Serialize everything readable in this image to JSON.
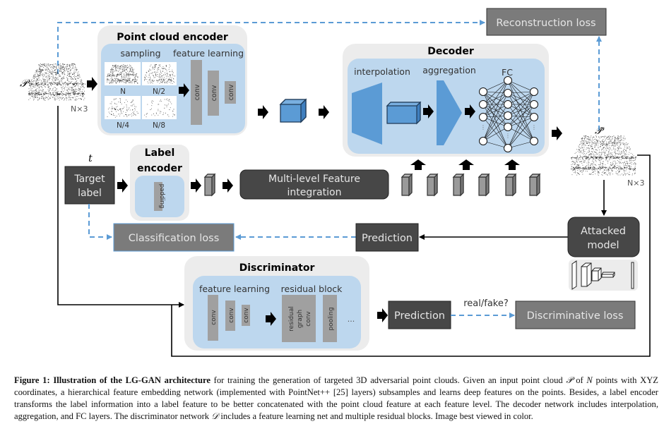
{
  "input": {
    "symbol": "𝒫",
    "shape_label": "N×3"
  },
  "output": {
    "symbol": "𝒫̂",
    "shape_label": "N×3"
  },
  "point_cloud_encoder": {
    "title": "Point cloud encoder",
    "sampling_label": "sampling",
    "feature_learning_label": "feature learning",
    "samples": [
      "N",
      "N/2",
      "N/4",
      "N/8"
    ],
    "conv_labels": [
      "conv",
      "conv",
      "conv"
    ]
  },
  "decoder": {
    "title": "Decoder",
    "interpolation_label": "interpolation",
    "aggregation_label": "aggregation",
    "fc_label": "FC"
  },
  "label_encoder": {
    "title_line1": "Label",
    "title_line2": "encoder",
    "padding_label": "padding"
  },
  "target_label": {
    "var": "t",
    "line1": "Target",
    "line2": "label"
  },
  "multi_level": {
    "line1": "Multi-level Feature",
    "line2": "integration"
  },
  "losses": {
    "reconstruction": "Reconstruction loss",
    "classification": "Classification loss",
    "discriminative": "Discriminative loss"
  },
  "prediction_label": "Prediction",
  "attacked_model": {
    "line1": "Attacked",
    "line2": "model"
  },
  "discriminator": {
    "title": "Discriminator",
    "feature_learning_label": "feature learning",
    "residual_block_label": "residual block",
    "conv_labels": [
      "conv",
      "conv",
      "conv"
    ],
    "residual_lines": [
      "residual",
      "graph",
      "conv"
    ],
    "pooling_label": "pooling",
    "ellipsis": "...",
    "prediction_label": "Prediction",
    "real_fake_label": "real/fake?"
  },
  "colors": {
    "dark_box": "#474747",
    "mid_box": "#7b7b7b",
    "outer_panel": "#ececec",
    "inner_panel": "#bdd7ee",
    "accent_blue": "#5b9bd5",
    "conv_gray": "#a0a0a0",
    "dashed_line": "#5b9bd5"
  },
  "caption": {
    "fig_label": "Figure 1: Illustration of the LG-GAN architecture",
    "text_part1": " for training the generation of targeted 3D adversarial point clouds. Given an input point cloud ",
    "sym_p": "𝒫",
    "text_part2": " of ",
    "sym_n": "N",
    "text_part3": " points with XYZ coordinates, a hierarchical feature embedding network (implemented with PointNet++ [25] layers) subsamples and learns deep features on the points. Besides, a label encoder transforms the label information into a label feature to be better concatenated with the point cloud feature at each feature level. The decoder network includes interpolation, aggregation, and FC layers. The discriminator network ",
    "sym_d": "𝒟",
    "text_part4": " includes a feature learning net and multiple residual blocks. Image best viewed in color."
  }
}
